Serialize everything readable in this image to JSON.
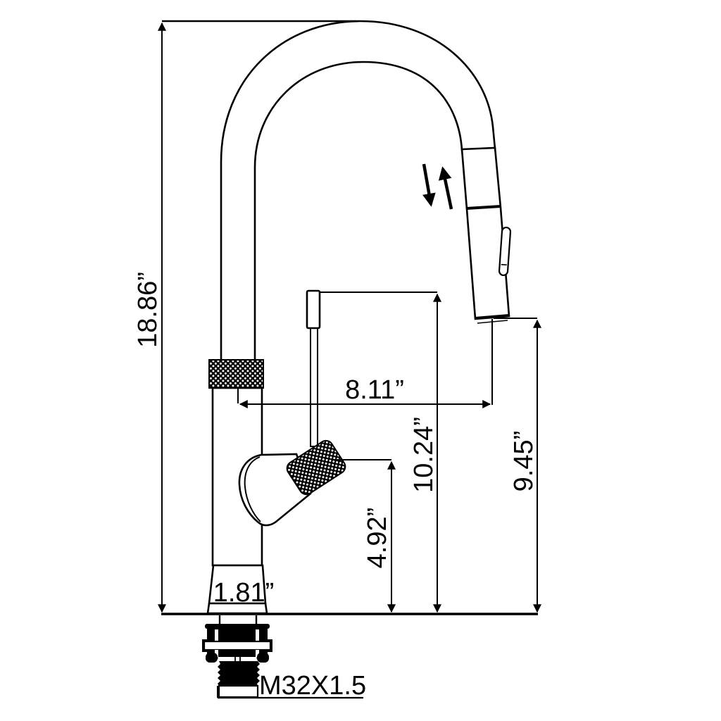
{
  "drawing": {
    "title": "Pull-down kitchen faucet dimension drawing",
    "background_color": "#ffffff",
    "line_color": "#000000",
    "dimensions": {
      "overall_height": "18.86”",
      "spout_reach": "8.11”",
      "handle_tip_height": "10.24”",
      "spout_outlet_height": "9.45”",
      "handle_grip_height": "4.92”",
      "base_width": "1.81”",
      "thread_spec": "M32X1.5"
    },
    "icons": {
      "pull_down_arrows": "down-up double arrow indicating pull-down sprayer motion"
    }
  }
}
